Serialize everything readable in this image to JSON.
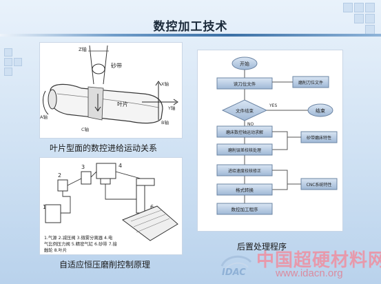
{
  "slide_title": "数控加工技术",
  "captions": {
    "blade_motion": "叶片型面的数控进给运动关系",
    "adaptive_grinding": "自适应恒压磨削控制原理",
    "postprocess": "后置处理程序"
  },
  "blade_diagram": {
    "label_sand_belt": "砂带",
    "label_blade": "叶片",
    "axis_labels": [
      "Z轴",
      "X轴",
      "Y轴",
      "A轴",
      "B轴",
      "C轴"
    ]
  },
  "grinding_diagram": {
    "component_numbers": [
      "1",
      "2",
      "3",
      "4",
      "5",
      "6",
      "7",
      "8"
    ],
    "legend_lines": [
      "1.气源 2.减压阀 3.微雾分离器 4.电",
      "气比例压力阀 5.精密气缸 6.砂带 7.接",
      "触轮 8.叶片"
    ]
  },
  "flowchart": {
    "start": "开始",
    "read_tool_file": "读刀位文件",
    "file_end": "文件结束",
    "yes": "YES",
    "no": "NO",
    "end": "结束",
    "solve_motion": "磨床数控轴运动求解",
    "error_handling": "磨削误差校核处理",
    "feed_check": "进给速度校核修正",
    "format_convert": "格式转换",
    "nc_program": "数控加工程序",
    "side_tool_file": "磨削刀位文件",
    "side_belt_props": "砂带磨床特性",
    "side_cnc_props": "CNC系统特性"
  },
  "watermark": {
    "logo": "IDAC",
    "site_name": "中国超硬材料网",
    "url": "www.idacn.org"
  },
  "colors": {
    "accent": "#3a6fa5",
    "watermark": "#e8869a"
  }
}
